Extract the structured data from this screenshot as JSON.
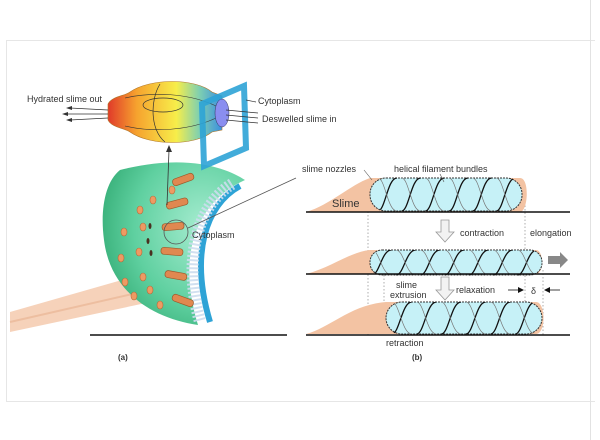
{
  "panel_a": {
    "caption": "(a)",
    "labels": {
      "hydrated_out": "Hydrated slime out",
      "cytoplasm_top": "Cytoplasm",
      "deswelled_in": "Deswelled slime in",
      "cytoplasm_cell": "Cytoplasm"
    }
  },
  "panel_b": {
    "caption": "(b)",
    "labels": {
      "slime_nozzles": "slime nozzles",
      "helical_bundles": "helical filament bundles",
      "slime": "Slime",
      "contraction": "contraction",
      "elongation": "elongation",
      "slime_extrusion_1": "slime",
      "slime_extrusion_2": "extrusion",
      "relaxation": "relaxation",
      "delta": "δ",
      "retraction": "retraction"
    }
  },
  "colors": {
    "slime": "#f3c3a3",
    "bundle_fill": "#c6f1f7",
    "cell_green": "#5fd0a0",
    "membrane_blue": "#2ea3d6",
    "nozzle_orange": "#e08850"
  }
}
